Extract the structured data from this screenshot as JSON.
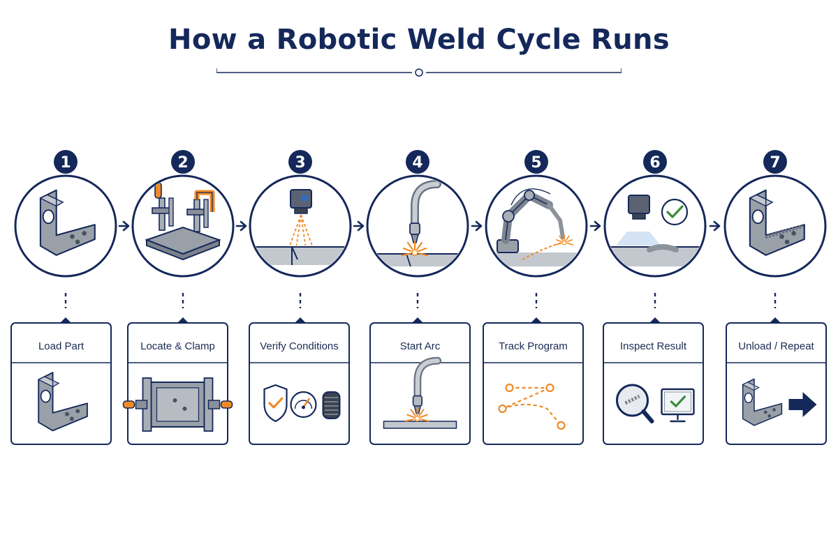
{
  "title": "How a Robotic Weld Cycle Runs",
  "colors": {
    "navy": "#14285a",
    "accent": "#f08a24",
    "metal": "#9aa0a8",
    "screen_check": "#3a8a3a"
  },
  "steps": [
    {
      "number": "1",
      "label": "Load Part",
      "scene_icon": "l-bracket-icon",
      "card_icon": "l-bracket-icon"
    },
    {
      "number": "2",
      "label": "Locate & Clamp",
      "scene_icon": "fixture-clamps-icon",
      "card_icon": "clamp-plate-icon"
    },
    {
      "number": "3",
      "label": "Verify Conditions",
      "scene_icon": "sensor-scan-icon",
      "card_icon": "shield-gauge-spool-icon"
    },
    {
      "number": "4",
      "label": "Start Arc",
      "scene_icon": "torch-arc-icon",
      "card_icon": "torch-arc-icon"
    },
    {
      "number": "5",
      "label": "Track Program",
      "scene_icon": "robot-arm-icon",
      "card_icon": "path-nodes-icon"
    },
    {
      "number": "6",
      "label": "Inspect Result",
      "scene_icon": "camera-check-icon",
      "card_icon": "magnifier-monitor-icon"
    },
    {
      "number": "7",
      "label": "Unload / Repeat",
      "scene_icon": "welded-bracket-icon",
      "card_icon": "bracket-arrow-icon"
    }
  ]
}
